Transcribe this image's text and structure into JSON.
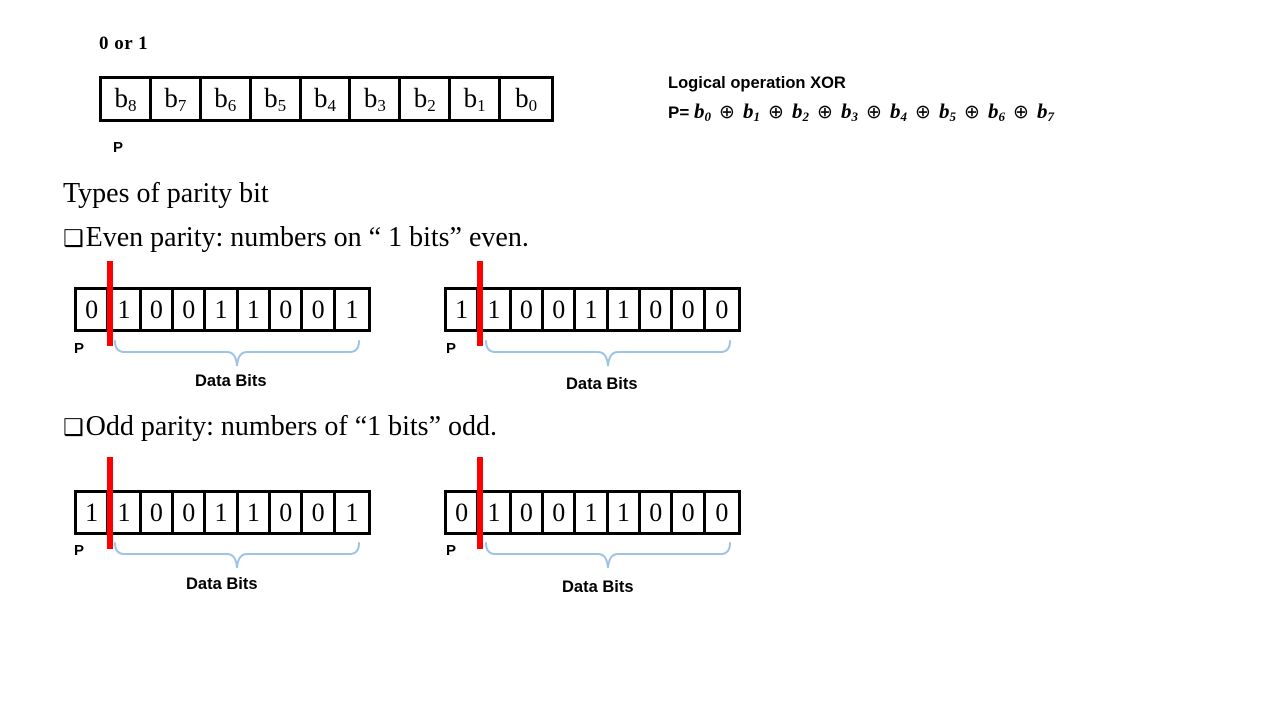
{
  "slide": {
    "top_label": "0 or 1",
    "parity_label": "P",
    "heading": "Types of parity bit",
    "bullet_glyph": "❑",
    "bullet_even": "Even parity: numbers on “ 1 bits” even.",
    "bullet_odd": "Odd parity: numbers of “1 bits” odd.",
    "data_bits_label": "Data Bits",
    "colors": {
      "parity_divider": "#FF0000",
      "brace": "#9DC3E6",
      "box_border": "#000000",
      "text": "#000000"
    }
  },
  "frame_diagram": {
    "cells": [
      {
        "base": "b",
        "sub": "8"
      },
      {
        "base": "b",
        "sub": "7"
      },
      {
        "base": "b",
        "sub": "6"
      },
      {
        "base": "b",
        "sub": "5"
      },
      {
        "base": "b",
        "sub": "4"
      },
      {
        "base": "b",
        "sub": "3"
      },
      {
        "base": "b",
        "sub": "2"
      },
      {
        "base": "b",
        "sub": "1"
      },
      {
        "base": "b",
        "sub": "0"
      }
    ]
  },
  "xor": {
    "title": "Logical operation XOR",
    "prefix": "P=",
    "operator": "⊕",
    "terms": [
      {
        "base": "b",
        "sub": "0"
      },
      {
        "base": "b",
        "sub": "1"
      },
      {
        "base": "b",
        "sub": "2"
      },
      {
        "base": "b",
        "sub": "3"
      },
      {
        "base": "b",
        "sub": "4"
      },
      {
        "base": "b",
        "sub": "5"
      },
      {
        "base": "b",
        "sub": "6"
      },
      {
        "base": "b",
        "sub": "7"
      }
    ]
  },
  "examples": [
    {
      "id": "even-left",
      "parity_type": "even",
      "bits": [
        "0",
        "1",
        "0",
        "0",
        "1",
        "1",
        "0",
        "0",
        "1"
      ],
      "parity_bit": "0",
      "data_bits": [
        "1",
        "0",
        "0",
        "1",
        "1",
        "0",
        "0",
        "1"
      ]
    },
    {
      "id": "even-right",
      "parity_type": "even",
      "bits": [
        "1",
        "1",
        "0",
        "0",
        "1",
        "1",
        "0",
        "0",
        "0"
      ],
      "parity_bit": "1",
      "data_bits": [
        "1",
        "0",
        "0",
        "1",
        "1",
        "0",
        "0",
        "0"
      ]
    },
    {
      "id": "odd-left",
      "parity_type": "odd",
      "bits": [
        "1",
        "1",
        "0",
        "0",
        "1",
        "1",
        "0",
        "0",
        "1"
      ],
      "parity_bit": "1",
      "data_bits": [
        "1",
        "0",
        "0",
        "1",
        "1",
        "0",
        "0",
        "1"
      ]
    },
    {
      "id": "odd-right",
      "parity_type": "odd",
      "bits": [
        "0",
        "1",
        "0",
        "0",
        "1",
        "1",
        "0",
        "0",
        "0"
      ],
      "parity_bit": "0",
      "data_bits": [
        "1",
        "0",
        "0",
        "1",
        "1",
        "0",
        "0",
        "0"
      ]
    }
  ]
}
